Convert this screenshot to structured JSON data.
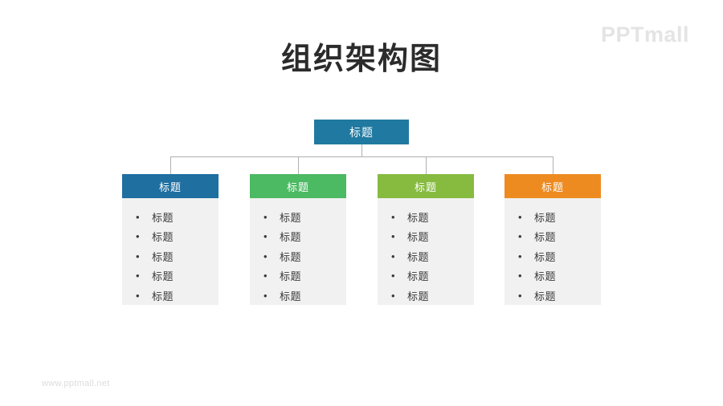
{
  "brand": {
    "logo_text": "PPTmall",
    "logo_color": "#e4e4e4"
  },
  "header": {
    "title": "组织架构图"
  },
  "footer": {
    "url": "www.pptmall.net"
  },
  "chart_data": {
    "type": "diagram",
    "diagram_type": "organizational-chart",
    "title": "组织架构图",
    "root": {
      "label": "标题",
      "color": "#2079a0"
    },
    "branches": [
      {
        "label": "标题",
        "color": "#1f6fa0",
        "items": [
          "标题",
          "标题",
          "标题",
          "标题",
          "标题"
        ]
      },
      {
        "label": "标题",
        "color": "#4cb963",
        "items": [
          "标题",
          "标题",
          "标题",
          "标题",
          "标题"
        ]
      },
      {
        "label": "标题",
        "color": "#86bb40",
        "items": [
          "标题",
          "标题",
          "标题",
          "标题",
          "标题"
        ]
      },
      {
        "label": "标题",
        "color": "#ed8b21",
        "items": [
          "标题",
          "标题",
          "标题",
          "标题",
          "标题"
        ]
      }
    ],
    "bullet_glyph": "•",
    "connector_color": "#b0b0b0",
    "panel_background": "#f1f1f1",
    "text_color": "#3a3a3a"
  }
}
